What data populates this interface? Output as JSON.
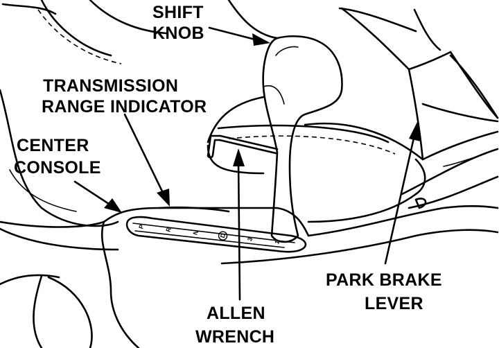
{
  "labels": {
    "shift_knob": [
      "SHIFT",
      "KNOB"
    ],
    "transmission_range_indicator": [
      "TRANSMISSION",
      "RANGE INDICATOR"
    ],
    "center_console": [
      "CENTER",
      "CONSOLE"
    ],
    "allen_wrench": [
      "ALLEN",
      "WRENCH"
    ],
    "park_brake_lever": [
      "PARK BRAKE",
      "LEVER"
    ]
  },
  "indicator_positions": [
    "P",
    "R",
    "N",
    "D",
    "3",
    "1"
  ],
  "colors": {
    "ink": "#000000",
    "paper": "#ffffff"
  }
}
